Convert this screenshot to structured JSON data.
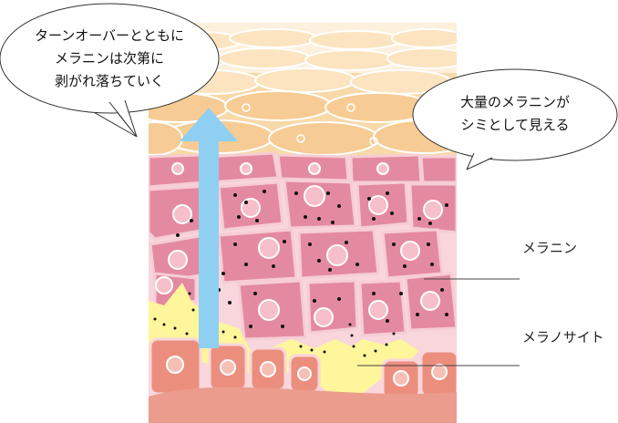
{
  "bubbles": {
    "turnover_line1": "ターンオーバーとともに",
    "turnover_line2": "メラニンは次第に",
    "turnover_line3": "剥がれ落ちていく",
    "spots_line1": "大量のメラニンが",
    "spots_line2": "シミとして見える"
  },
  "labels": {
    "melanin": "メラニン",
    "melanocyte": "メラノサイト"
  },
  "colors": {
    "stratum_corneum_light": "#fdf0dc",
    "stratum_corneum": "#f8d9a8",
    "cell_pink": "#e48aa0",
    "cell_outline": "#f6cdd4",
    "background_pink": "#f8d6dc",
    "basal_cell": "#ec8e7e",
    "melanocyte": "#fff59a",
    "dermis": "#eb9c8c",
    "arrow": "#8fd0f2",
    "melanin_dot": "#111111"
  },
  "icons": {
    "arrow": "up-arrow-icon"
  }
}
